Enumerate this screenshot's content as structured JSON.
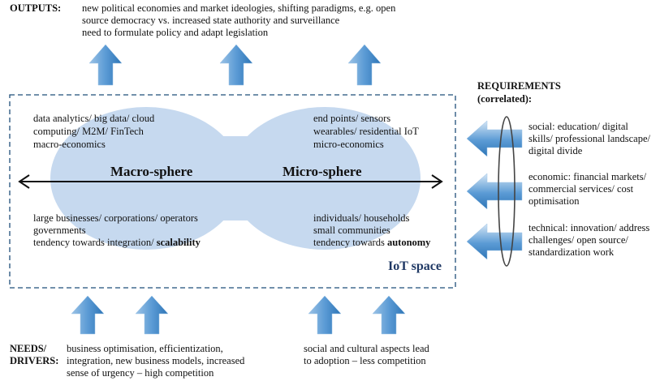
{
  "outputs": {
    "heading": "OUTPUTS:",
    "lines": [
      "new political economies and market ideologies, shifting paradigms, e.g. open",
      "source democracy vs. increased state authority and surveillance",
      "need to formulate policy and adapt legislation"
    ]
  },
  "macro": {
    "top_lines": [
      "data analytics/ big data/ cloud",
      "computing/ M2M/ FinTech",
      "macro-economics"
    ],
    "label": "Macro-sphere",
    "bottom_lines": [
      "large businesses/ corporations/ operators",
      "governments"
    ],
    "tendency_prefix": "tendency towards integration/ ",
    "tendency_bold": "scalability"
  },
  "micro": {
    "top_lines": [
      "end points/ sensors",
      "wearables/ residential IoT",
      "micro-economics"
    ],
    "label": "Micro-sphere",
    "bottom_lines": [
      "individuals/ households",
      "small communities"
    ],
    "tendency_prefix": "tendency towards ",
    "tendency_bold": "autonomy"
  },
  "iot_space_label": "IoT space",
  "requirements": {
    "heading_line1": "REQUIREMENTS",
    "heading_line2": "(correlated):",
    "items": [
      {
        "lines": [
          "social: education/ digital",
          "skills/ professional landscape/",
          "digital divide"
        ]
      },
      {
        "lines": [
          "economic: financial markets/",
          "commercial services/ cost",
          "optimisation"
        ]
      },
      {
        "lines": [
          "technical: innovation/ address",
          "challenges/ open source/",
          "standardization work"
        ]
      }
    ]
  },
  "needs": {
    "heading_line1": "NEEDS/",
    "heading_line2": "DRIVERS:",
    "left_lines": [
      "business optimisation, efficientization,",
      "integration, new business models, increased",
      "sense of urgency – high competition"
    ],
    "right_lines": [
      "social and cultural aspects lead",
      "to adoption – less competition"
    ]
  },
  "colors": {
    "arrow_fill": "#5b9bd5",
    "arrow_light": "#bdd7ee",
    "sphere_fill": "#c6d9ef",
    "border": "#1f4e79",
    "label": "#1f3864"
  }
}
